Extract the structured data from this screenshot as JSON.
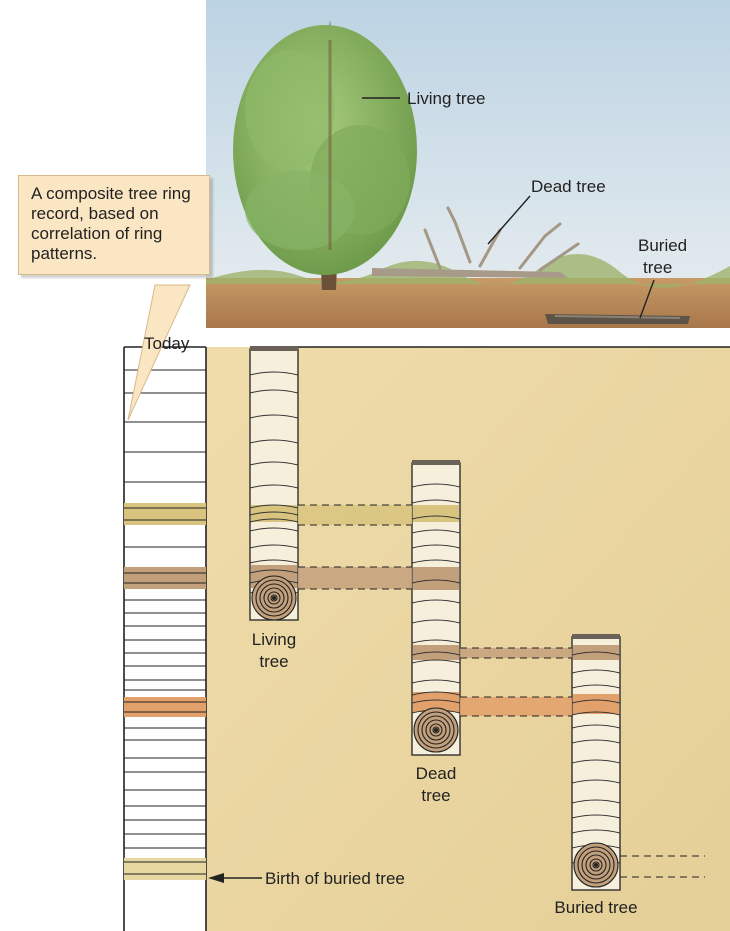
{
  "labels": {
    "living_tree_top": "Living tree",
    "dead_tree_top": "Dead tree",
    "buried_tree_top_line1": "Buried",
    "buried_tree_top_line2": "tree",
    "today": "Today",
    "callout": "A composite tree ring record, based on correlation of ring patterns.",
    "core_living_line1": "Living",
    "core_living_line2": "tree",
    "core_dead_line1": "Dead",
    "core_dead_line2": "tree",
    "core_buried": "Buried tree",
    "birth": "Birth of buried tree"
  },
  "colors": {
    "sky_top": "#c7dbe8",
    "ground": "#b98a5a",
    "sediment": "#ecd9a8",
    "core_fill": "#f6efdc",
    "band_olive": "#d8c47e",
    "band_brown": "#c3a07c",
    "band_orange": "#e2a06a",
    "band_pale": "#e6d8a0"
  }
}
